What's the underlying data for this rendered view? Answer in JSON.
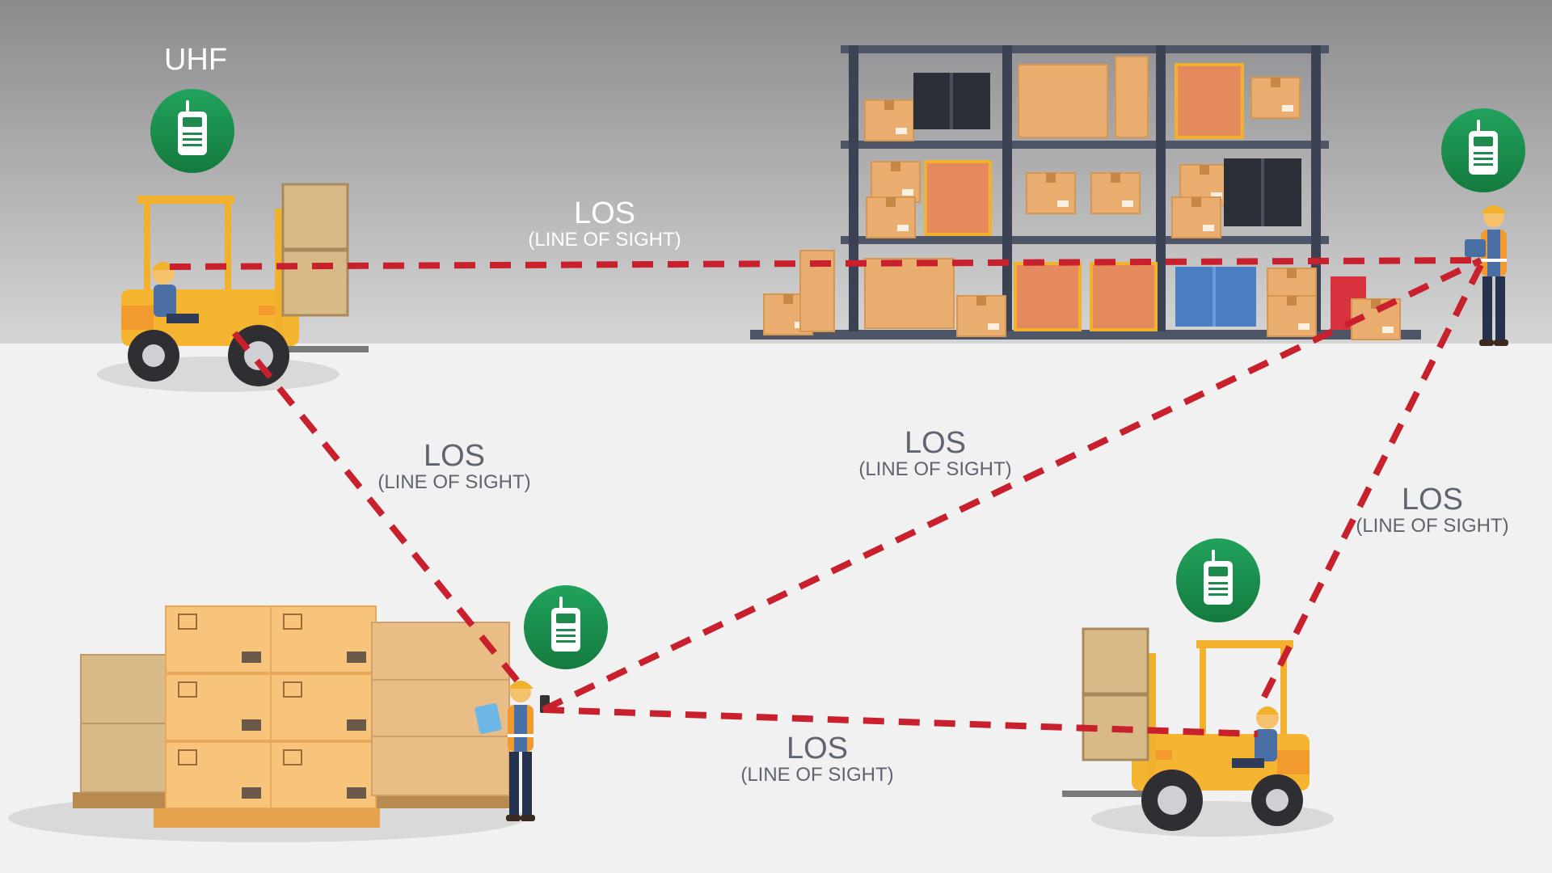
{
  "title": "UHF",
  "links": [
    {
      "label": "LOS",
      "sublabel": "(LINE OF SIGHT)"
    },
    {
      "label": "LOS",
      "sublabel": "(LINE OF SIGHT)"
    },
    {
      "label": "LOS",
      "sublabel": "(LINE OF SIGHT)"
    },
    {
      "label": "LOS",
      "sublabel": "(LINE OF SIGHT)"
    },
    {
      "label": "LOS",
      "sublabel": "(LINE OF SIGHT)"
    }
  ],
  "colors": {
    "link_line": "#c9202d",
    "radio_badge": "#1e8a4d",
    "forklift_body": "#f6b531",
    "label_text": "#5e6470",
    "title_text": "#ffffff"
  },
  "icons": [
    "walkie-talkie-icon",
    "forklift",
    "warehouse-shelf",
    "pallet-of-boxes",
    "worker"
  ]
}
